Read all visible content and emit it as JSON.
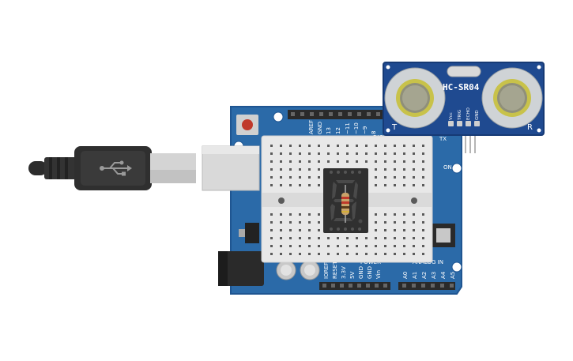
{
  "sensor": {
    "title": "HC-SR04",
    "pins": [
      "Vcc",
      "TRIG",
      "ECHO",
      "GND"
    ],
    "left_mark": "T",
    "right_mark": "R"
  },
  "arduino": {
    "digital_header_label": "DIGITAL (PWM~)",
    "digital_pins": [
      "AREF",
      "GND",
      "13",
      "12",
      "~11",
      "~10",
      "~9",
      "8"
    ],
    "tx_label": "TX",
    "on_label": "ON",
    "power_label": "POWER",
    "power_pins": [
      "IOREF",
      "RESET",
      "3.3V",
      "5V",
      "GND",
      "GND",
      "Vin"
    ],
    "analog_label": "ANALOG IN",
    "analog_pins": [
      "A0",
      "A1",
      "A2",
      "A3",
      "A4",
      "A5"
    ]
  },
  "usb": {
    "icon": "usb-icon"
  },
  "colors": {
    "board": "#2b6aa8",
    "sensor": "#1f4a90",
    "breadboard": "#e8e8e8",
    "display": "#303030",
    "cable": "#2c2c2c"
  }
}
